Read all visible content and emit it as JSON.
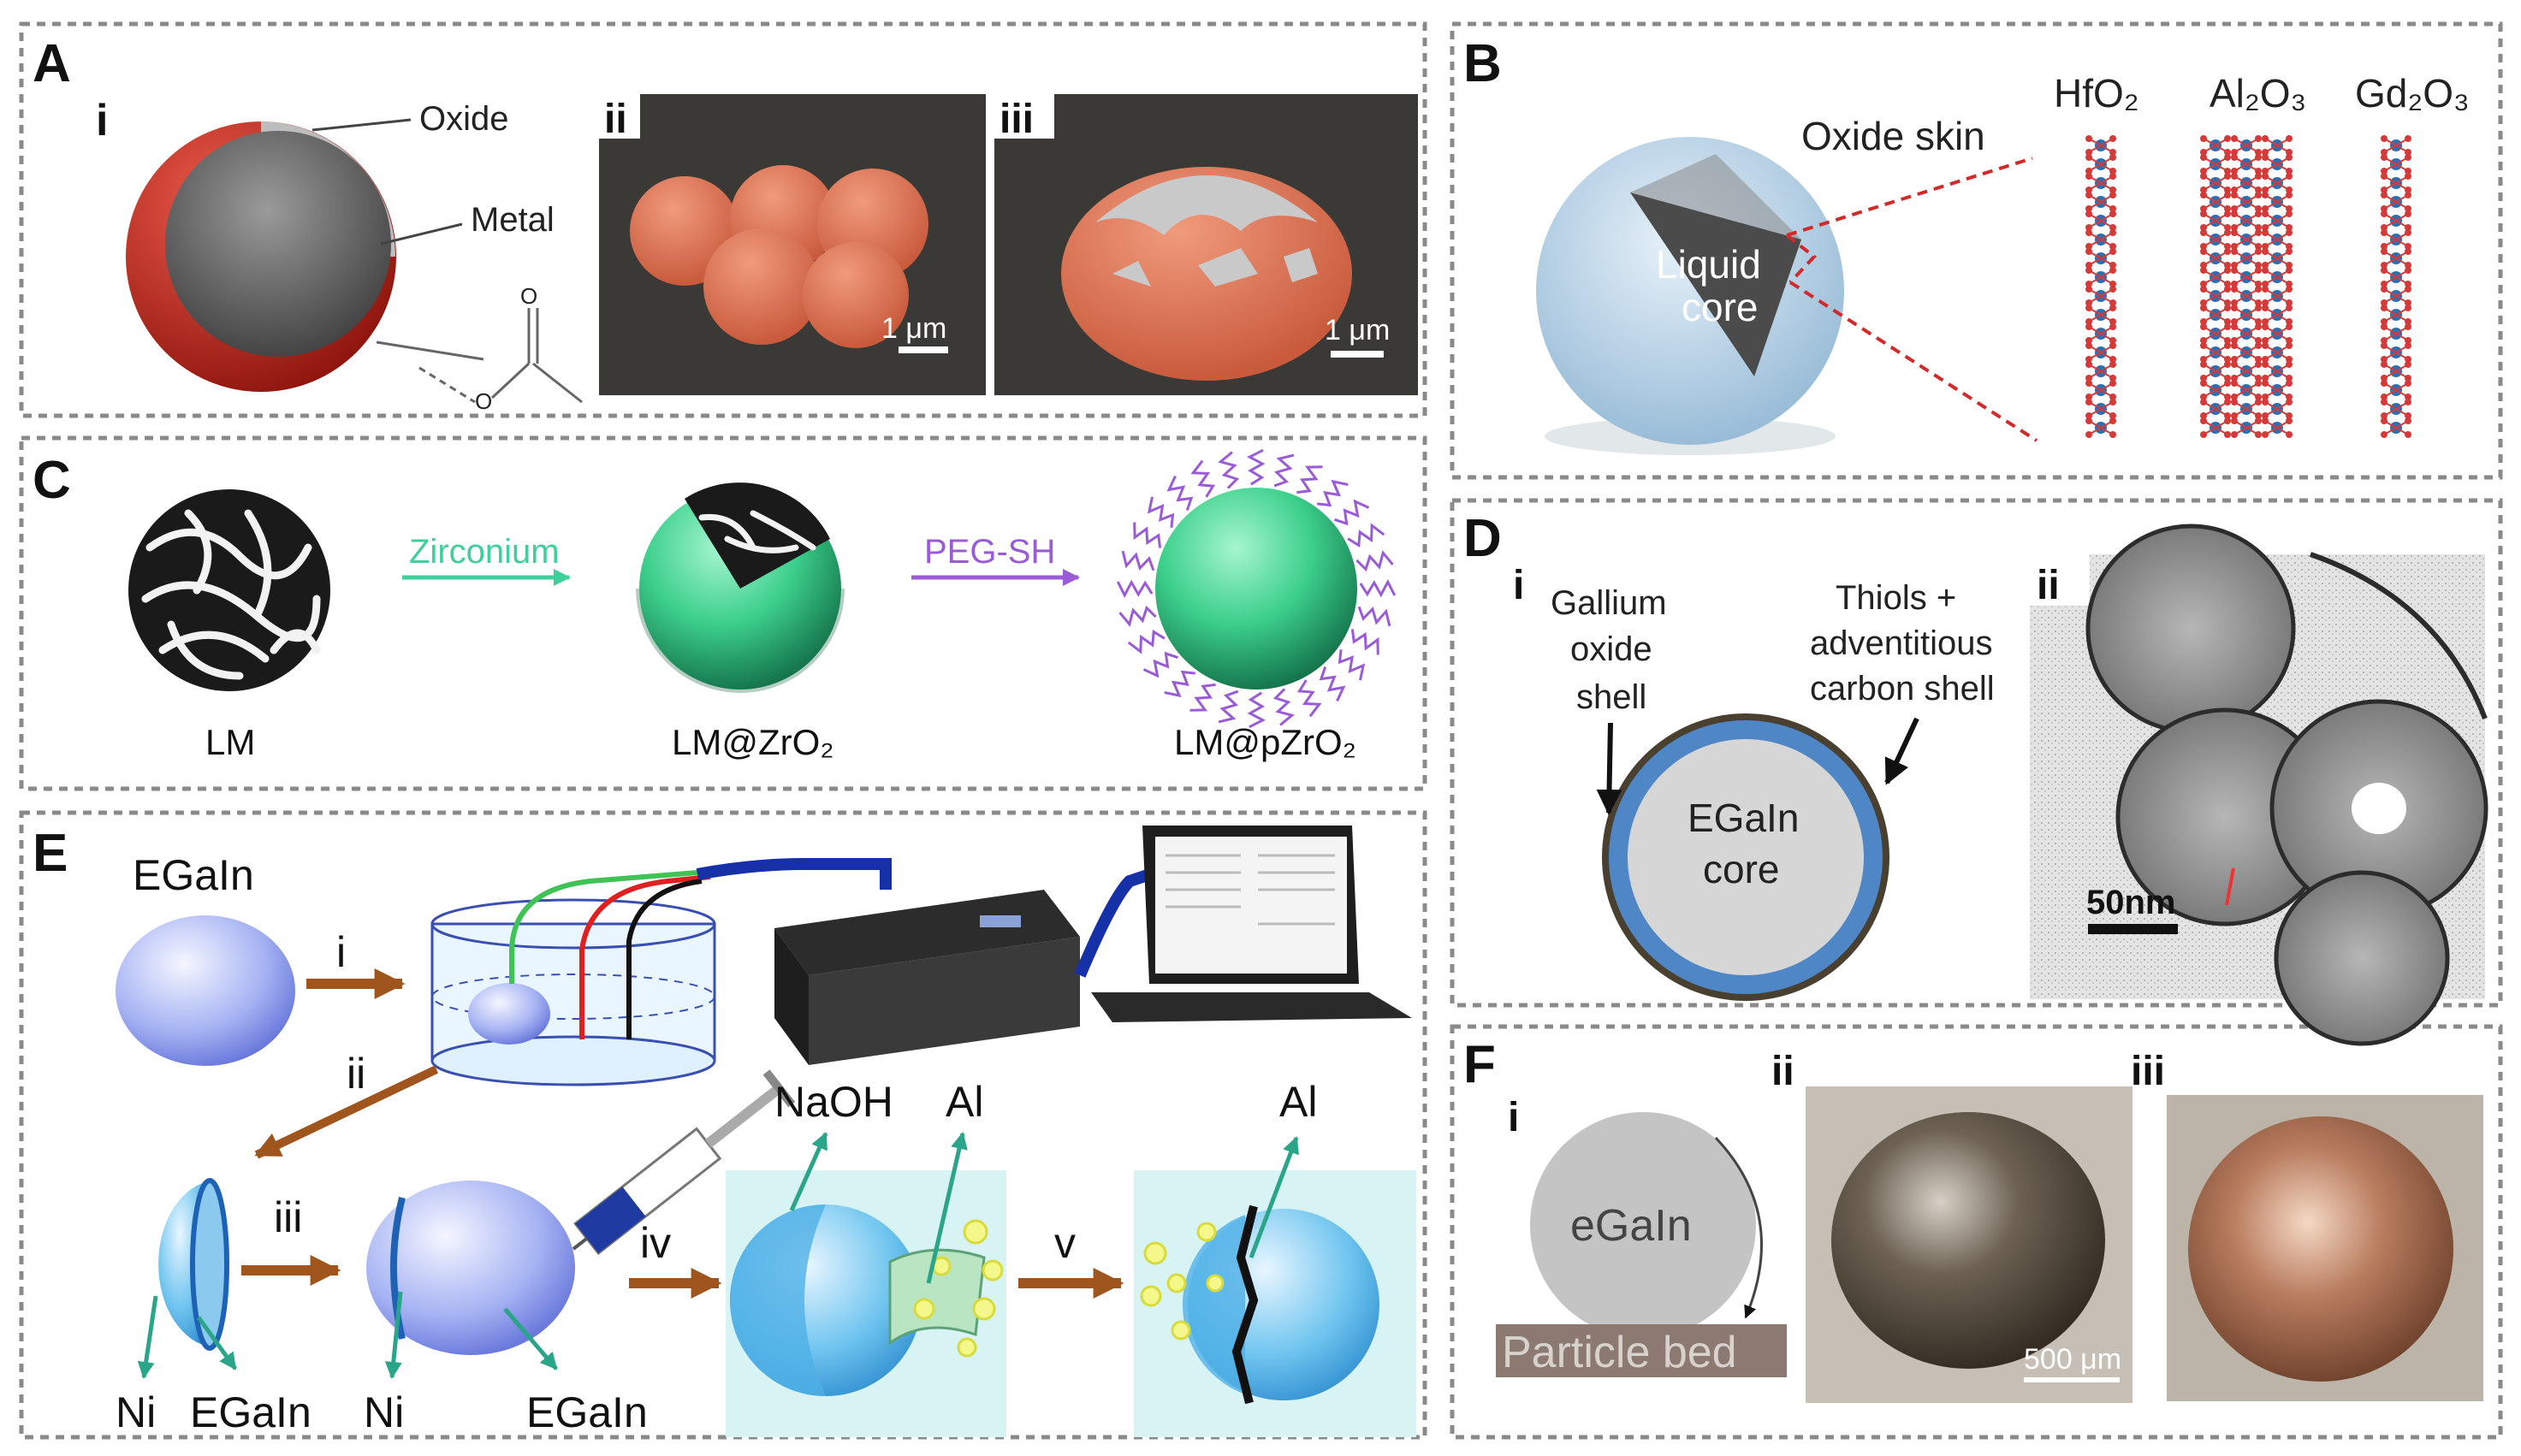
{
  "panels": {
    "A": {
      "label": "A",
      "sub_i": "i",
      "sub_ii": "ii",
      "sub_iii": "iii",
      "oxide": "Oxide",
      "metal": "Metal",
      "scale_ii": "1 μm",
      "scale_iii": "1 μm",
      "ligand_o": "O"
    },
    "B": {
      "label": "B",
      "oxide_skin": "Oxide skin",
      "core_line1": "Liquid",
      "core_line2": "core",
      "hfo2": "HfO₂",
      "al2o3": "Al₂O₃",
      "gd2o3": "Gd₂O₃"
    },
    "C": {
      "label": "C",
      "arrow1": "Zirconium",
      "arrow2": "PEG-SH",
      "lm": "LM",
      "lm_zro2": "LM@ZrO₂",
      "lm_pzro2": "LM@pZrO₂"
    },
    "D": {
      "label": "D",
      "sub_i": "i",
      "sub_ii": "ii",
      "gallium_1": "Gallium",
      "gallium_2": "oxide",
      "gallium_3": "shell",
      "thiols_1": "Thiols +",
      "thiols_2": "adventitious",
      "thiols_3": "carbon shell",
      "core_1": "EGaIn",
      "core_2": "core",
      "scale": "50nm"
    },
    "E": {
      "label": "E",
      "egain_top": "EGaIn",
      "step_i": "i",
      "step_ii": "ii",
      "step_iii": "iii",
      "step_iv": "iv",
      "step_v": "v",
      "ni_1": "Ni",
      "egain_1": "EGaIn",
      "ni_2": "Ni",
      "egain_2": "EGaIn",
      "naoh": "NaOH",
      "al_1": "Al",
      "al_2": "Al"
    },
    "F": {
      "label": "F",
      "sub_i": "i",
      "sub_ii": "ii",
      "sub_iii": "iii",
      "egain": "eGaIn",
      "bed": "Particle bed",
      "scale": "500 μm"
    }
  },
  "colors": {
    "panel_border": "#8a8a8a",
    "red_oxide": "#c0271d",
    "teal_arrow": "#3fcf9a",
    "purple_arrow": "#9a5bd6",
    "brown_arrow": "#a0551c",
    "blue_shell": "#4f86c6",
    "green_sphere": "#3ec98a"
  }
}
